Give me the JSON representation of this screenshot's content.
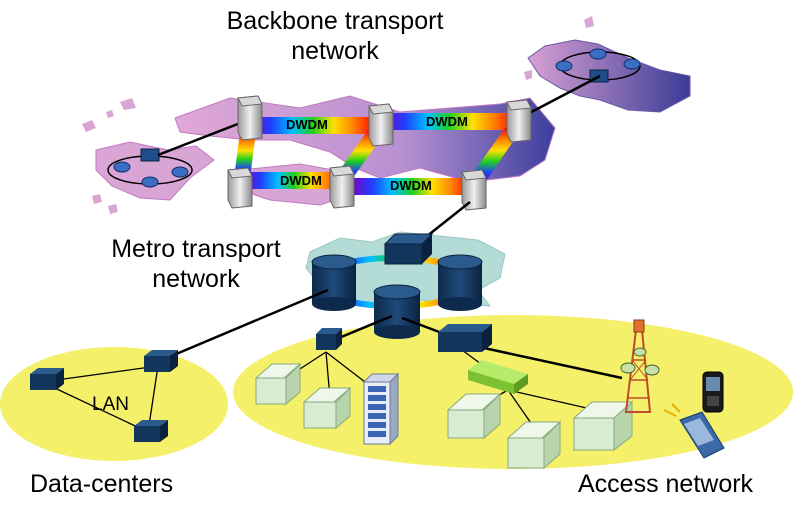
{
  "labels": {
    "backbone_line1": "Backbone transport",
    "backbone_line2": "network",
    "metro_line1": "Metro transport",
    "metro_line2": "network",
    "lan": "LAN",
    "datacenters": "Data-centers",
    "access": "Access network",
    "dwdm": [
      "DWDM",
      "DWDM",
      "DWDM",
      "DWDM"
    ]
  },
  "colors": {
    "land": "#c79ac8",
    "land_dark": "#3b3f9e",
    "metro_land": "#b4dcd6",
    "ellipse": "#f4f06a",
    "device": "#12355c",
    "house": "#d8ecd0",
    "green_switch": "#8ad13a",
    "link": "#000000"
  }
}
